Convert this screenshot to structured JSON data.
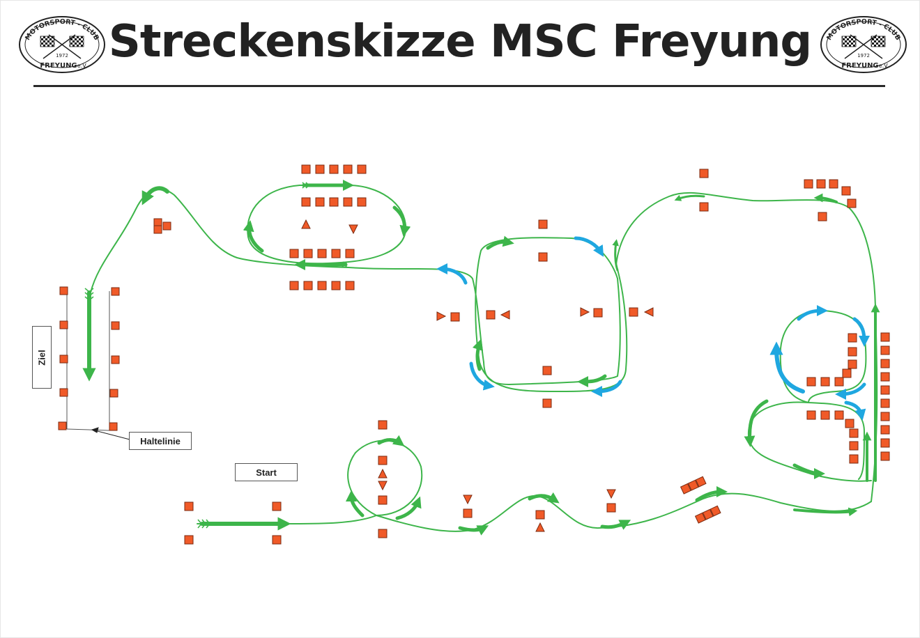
{
  "title": "Streckenskizze MSC Freyung",
  "logo": {
    "top_text": "MOTORSPORT - CLUB",
    "year": "1972",
    "bottom_text": "FREYUNG",
    "suffix": "e.V."
  },
  "labels": {
    "start": "Start",
    "finish": "Ziel",
    "stop_line": "Haltelinie"
  },
  "colors": {
    "track": "#3db54a",
    "arrow_green": "#3db54a",
    "arrow_blue": "#1fa7e0",
    "cone": "#f05a28",
    "cone_stroke": "#7a2a10"
  }
}
